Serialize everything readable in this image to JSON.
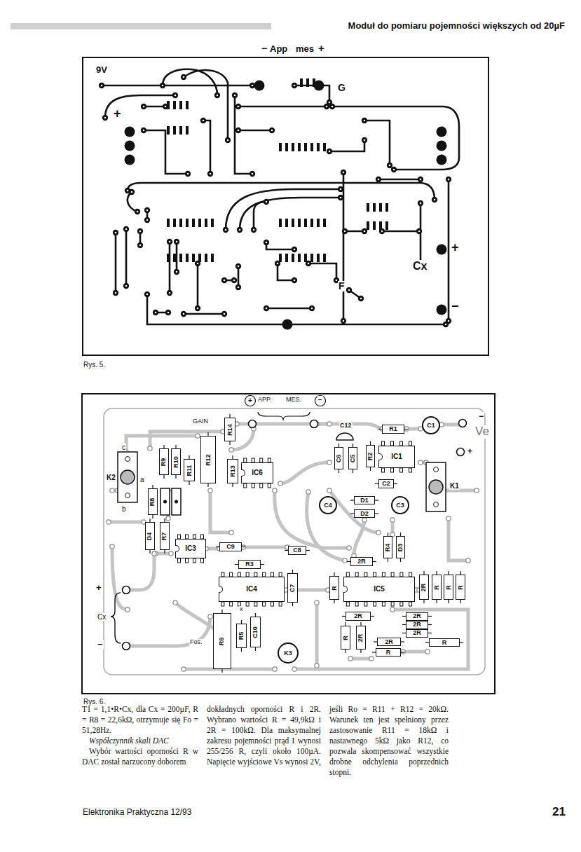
{
  "diagram": {
    "title": "Moduł do pomiaru pojemności większych od 20µF",
    "nodes": [
      {
        "text": [
          "R14"
        ]
      },
      {
        "text": [
          "R12"
        ]
      },
      {
        "text": [
          "R11"
        ]
      },
      {
        "text": [
          "R9"
        ]
      },
      {
        "text": [
          "R10"
        ]
      },
      {
        "text": [
          "R8"
        ]
      },
      {
        "text": [
          "R13"
        ]
      },
      {
        "text": [
          "IC6"
        ]
      },
      {
        "text": [
          "R1"
        ]
      },
      {
        "text": [
          "C1"
        ]
      },
      {
        "text": [
          "C6"
        ]
      },
      {
        "text": [
          "C5"
        ]
      },
      {
        "text": [
          "R2"
        ]
      },
      {
        "text": [
          "IC1"
        ]
      },
      {
        "text": [
          "C2"
        ]
      },
      {
        "text": [
          "C4"
        ]
      },
      {
        "text": [
          "D1"
        ]
      },
      {
        "text": [
          "D2"
        ]
      },
      {
        "text": [
          "C3"
        ]
      },
      {
        "text": [
          "D4"
        ]
      },
      {
        "text": [
          "R7"
        ]
      },
      {
        "text": [
          "IC3"
        ]
      },
      {
        "text": [
          "C9"
        ]
      },
      {
        "text": [
          "C8"
        ]
      },
      {
        "text": [
          "R3"
        ]
      },
      {
        "text": [
          "R4"
        ]
      },
      {
        "text": [
          "D3"
        ]
      },
      {
        "text": [
          "2R"
        ]
      },
      {
        "text": [
          "IC4"
        ]
      },
      {
        "text": [
          "C7"
        ]
      },
      {
        "text": [
          "R"
        ]
      },
      {
        "text": [
          "IC5"
        ]
      },
      {
        "text": [
          "2R"
        ]
      },
      {
        "text": [
          "R"
        ]
      },
      {
        "text": [
          "R"
        ]
      },
      {
        "text": [
          "R"
        ]
      },
      {
        "text": [
          "2R"
        ]
      },
      {
        "text": [
          "R"
        ]
      },
      {
        "text": [
          "2R"
        ]
      },
      {
        "text": [
          "2R"
        ]
      },
      {
        "text": [
          "2R"
        ]
      },
      {
        "text": [
          "2R"
        ]
      },
      {
        "text": [
          "2R"
        ]
      },
      {
        "text": [
          "R"
        ]
      },
      {
        "text": [
          "R"
        ]
      },
      {
        "text": [
          "R6"
        ]
      },
      {
        "text": [
          "R5"
        ]
      },
      {
        "text": [
          "C10"
        ]
      },
      {
        "text": [
          "K3"
        ]
      }
    ],
    "labels": [
      "Rys. 5.",
      "9V",
      "−",
      "App",
      "mes",
      "+",
      "G",
      "+",
      "F",
      "Cx",
      "+",
      "−",
      "Rys. 6.",
      "+",
      "APP.",
      "MES.",
      "−",
      "GAIN",
      "C12",
      "c",
      "K2",
      "a",
      "b",
      "Ve",
      "−",
      "+",
      "K1",
      "+",
      "Cx",
      "−",
      "Fos.",
      "x",
      "T1 = 1,1•R•Cx, dla Cx = 200µF, R = R8 = 22,6kΩ, otrzymuje się Fo = 51,28Hz.",
      "Współczynnik skali DAC",
      "Wybór wartości oporności R w DAC został narzucony doborem",
      "dokładnych oporności R i 2R. Wybrano wartości R = 49,9kΩ i 2R = 100kΩ. Dla maksymalnej zakresu pojemności prąd I wynosi 255/256 R, czyli około 100µA. Napięcie wyjściowe Vs wynosi 2V,",
      "jeśli Ro = R11 + R12 = 20kΩ. Warunek ten jest spełniony przez zastosowanie R11 = 18kΩ i nastawnego 5kΩ jako R12, co pozwala skompensować wszystkie drobne odchylenia poprzednich stopni.",
      "Elektronika Praktyczna 12/93",
      "21"
    ]
  }
}
